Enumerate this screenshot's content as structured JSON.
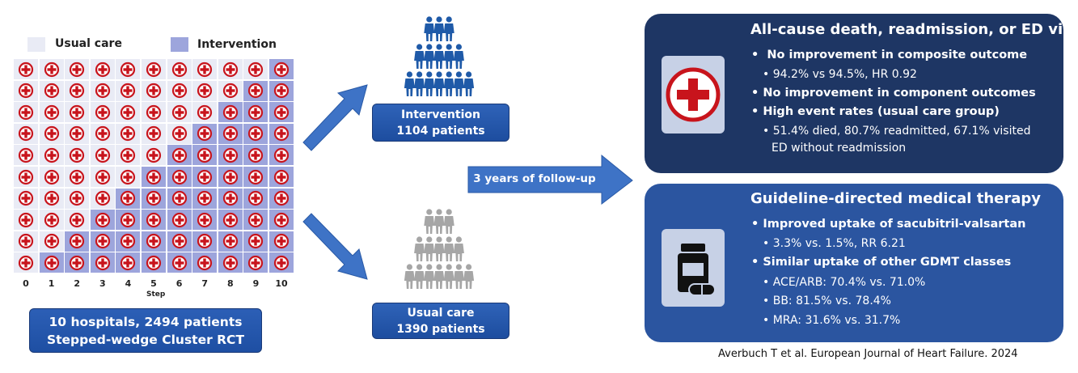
{
  "legend": {
    "usual_care": "Usual care",
    "intervention": "Intervention",
    "usual_care_color": "#e9ebf5",
    "intervention_color": "#9da5dc"
  },
  "grid": {
    "rows": 10,
    "cols": 11,
    "tick_labels": [
      "0",
      "1",
      "2",
      "3",
      "4",
      "5",
      "6",
      "7",
      "8",
      "9",
      "10"
    ],
    "axis_label": "Step",
    "cell_icon": "red-cross-icon"
  },
  "study_box": {
    "line1": "10 hospitals, 2494 patients",
    "line2": "Stepped-wedge Cluster RCT"
  },
  "intervention_box": {
    "label": "Intervention",
    "count": "1104 patients",
    "icon": "people-group-icon",
    "icon_color": "#1f5aa8"
  },
  "usual_box": {
    "label": "Usual care",
    "count": "1390 patients",
    "icon": "people-group-icon",
    "icon_color": "#a6a6a6"
  },
  "followup": {
    "label": "3 years of follow-up"
  },
  "panel_outcomes": {
    "title": "All-cause death, readmission, or ED visit",
    "icon": "medical-cross-icon",
    "bullets": [
      {
        "text": "No improvement in composite outcome",
        "level": 1
      },
      {
        "text": "94.2% vs 94.5%, HR 0.92",
        "level": 2
      },
      {
        "text": "No improvement in component outcomes",
        "level": 1
      },
      {
        "text": "High event rates (usual care group)",
        "level": 1
      },
      {
        "text": "51.4% died, 80.7% readmitted, 67.1% visited",
        "level": 2
      },
      {
        "text": "ED without readmission",
        "level": 3
      }
    ]
  },
  "panel_gdmt": {
    "title": "Guideline-directed medical therapy",
    "icon": "pill-bottle-icon",
    "bullets": [
      {
        "text": "Improved uptake of sacubitril-valsartan",
        "level": 1
      },
      {
        "text": "3.3% vs. 1.5%, RR 6.21",
        "level": 2
      },
      {
        "text": "Similar uptake of other GDMT classes",
        "level": 1
      },
      {
        "text": "ACE/ARB: 70.4% vs. 71.0%",
        "level": 2
      },
      {
        "text": "BB: 81.5% vs. 78.4%",
        "level": 2
      },
      {
        "text": "MRA: 31.6% vs. 31.7%",
        "level": 2
      }
    ]
  },
  "citation": "Averbuch T et al. European Journal of Heart Failure. 2024",
  "colors": {
    "dark_navy": "#1e3664",
    "panel_blue": "#2b55a0",
    "box_blue": "#2a5db0",
    "arrow_blue": "#3e73c6",
    "cross_red": "#c8141c"
  }
}
